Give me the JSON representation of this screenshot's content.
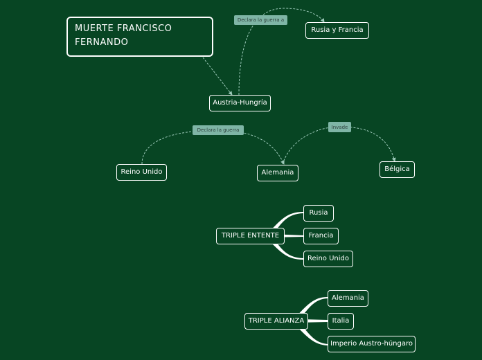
{
  "colors": {
    "background": "#074523",
    "node_border": "#ffffff",
    "connector": "#9cc9b9",
    "label_bg": "#7fb5a6"
  },
  "nodes": {
    "root": "MUERTE FRANCISCO FERNANDO",
    "austria_hungria": "Austria-Hungría",
    "rusia_francia": "Rusia y Francia",
    "reino_unido": "Reino Unido",
    "alemania": "Alemania",
    "belgica": "Bélgica",
    "triple_entente": "TRIPLE ENTENTE",
    "entente_rusia": "Rusia",
    "entente_francia": "Francia",
    "entente_reino_unido": "Reino Unido",
    "triple_alianza": "TRIPLE ALIANZA",
    "alianza_alemania": "Alemania",
    "alianza_italia": "Italia",
    "alianza_imperio": "Imperio Austro-húngaro"
  },
  "relations": {
    "declara_guerra_a": "Declara la guerra a",
    "declara_guerra": "Declara la guerra",
    "invade": "Invade"
  }
}
